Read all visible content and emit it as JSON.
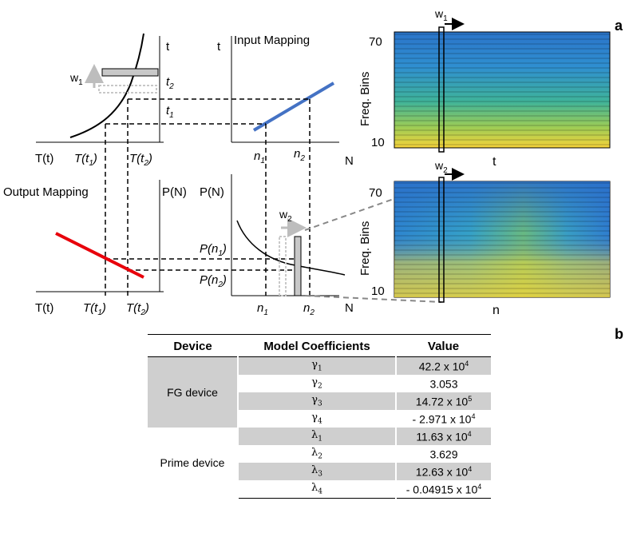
{
  "panel_a": {
    "letter": "a",
    "left_top": {
      "t_label": "t",
      "w1": "w",
      "w1_sub": "1",
      "t2": "t",
      "t2_sub": "2",
      "t1": "t",
      "t1_sub": "1",
      "x_axis": "T(t)",
      "tick1": "T(t",
      "tick1_sub": "1",
      "tick2": "T(t",
      "tick2_sub": "2",
      "close": ")"
    },
    "input_mapping": {
      "title": "Input Mapping",
      "y_axis": "t",
      "x_axis": "N",
      "n1": "n",
      "n1_sub": "1",
      "n2": "n",
      "n2_sub": "2"
    },
    "output_mapping": {
      "title": "Output Mapping",
      "y_axis": "P(N)",
      "x_axis": "T(t)"
    },
    "right_bottom": {
      "y_axis": "P(N)",
      "x_axis": "N",
      "w2": "w",
      "w2_sub": "2",
      "p1": "P(n",
      "p1_sub": "1",
      "p2": "P(n",
      "p2_sub": "2"
    },
    "spectrogram_top": {
      "ylabel": "Freq. Bins",
      "ytick_top": "70",
      "ytick_bottom": "10",
      "xlabel": "t",
      "window": "w",
      "window_sub": "1"
    },
    "spectrogram_bottom": {
      "ylabel": "Freq. Bins",
      "ytick_top": "70",
      "ytick_bottom": "10",
      "xlabel": "n",
      "window": "w",
      "window_sub": "2"
    },
    "colors": {
      "input_line": "#4472c4",
      "output_line": "#e8000b",
      "window_fill": "#c8c8c8"
    }
  },
  "panel_b": {
    "letter": "b",
    "headers": [
      "Device",
      "Model Coefficients",
      "Value"
    ],
    "groups": [
      {
        "device": "FG device",
        "rows": [
          {
            "coef": "γ",
            "sub": "1",
            "value": "42.2 x 10",
            "exp": "4",
            "shade": true
          },
          {
            "coef": "γ",
            "sub": "2",
            "value": "3.053",
            "exp": "",
            "shade": false
          },
          {
            "coef": "γ",
            "sub": "3",
            "value": "14.72 x 10",
            "exp": "5",
            "shade": true
          },
          {
            "coef": "γ",
            "sub": "4",
            "value": "- 2.971 x 10",
            "exp": "4",
            "shade": false
          }
        ]
      },
      {
        "device": "Prime device",
        "rows": [
          {
            "coef": "λ",
            "sub": "1",
            "value": "11.63 x 10",
            "exp": "4",
            "shade": true
          },
          {
            "coef": "λ",
            "sub": "2",
            "value": "3.629",
            "exp": "",
            "shade": false
          },
          {
            "coef": "λ",
            "sub": "3",
            "value": "12.63 x 10",
            "exp": "4",
            "shade": true
          },
          {
            "coef": "λ",
            "sub": "4",
            "value": "- 0.04915 x 10",
            "exp": "4",
            "shade": false
          }
        ]
      }
    ]
  }
}
